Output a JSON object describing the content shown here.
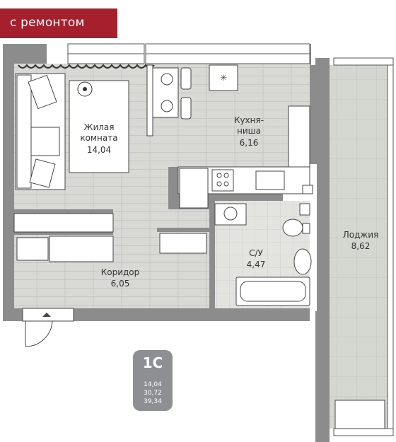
{
  "badge": {
    "label": "с ремонтом"
  },
  "rooms": {
    "living": {
      "name_1": "Жилая",
      "name_2": "комната",
      "area": "14,04"
    },
    "kitchen": {
      "name_1": "Кухня-",
      "name_2": "ниша",
      "area": "6,16"
    },
    "loggia": {
      "name": "Лоджия",
      "area": "8,62"
    },
    "bathroom": {
      "name": "С/У",
      "area": "4,47"
    },
    "corridor": {
      "name": "Коридор",
      "area": "6,05"
    }
  },
  "apartment": {
    "type": "1С",
    "living_area": "14,04",
    "total_area": "30,72",
    "area_with_loggia": "39,34"
  },
  "colors": {
    "accent": "#a61f2d",
    "wall": "#8c8c8c",
    "floor": "#d9dbd6",
    "tile": "#e4e5e1",
    "card": "#8e8f93"
  }
}
